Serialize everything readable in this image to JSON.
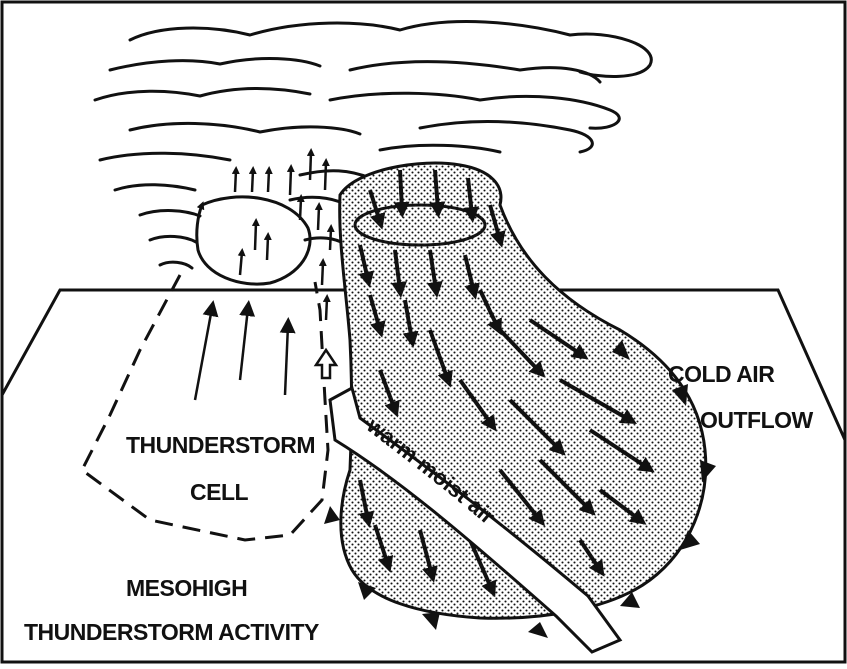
{
  "labels": {
    "thunderstorm_cell_line1": "THUNDERSTORM",
    "thunderstorm_cell_line2": "CELL",
    "cold_air_line1": "COLD AIR",
    "cold_air_line2": "OUTFLOW",
    "mesohigh_line1": "MESOHIGH",
    "mesohigh_line2": "THUNDERSTORM ACTIVITY",
    "warm_moist_air": "warm moist air"
  },
  "colors": {
    "ink": "#111111",
    "paper": "#ffffff"
  }
}
